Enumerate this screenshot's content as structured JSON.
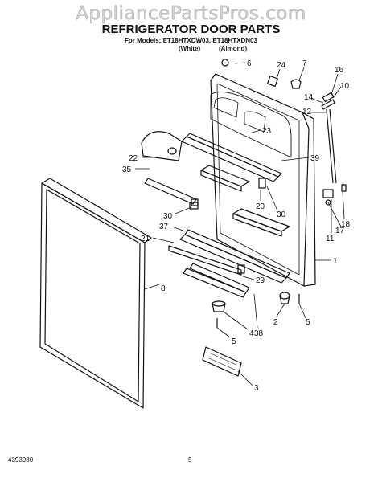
{
  "watermark": "AppliancePartsPros.com",
  "title": "REFRIGERATOR DOOR PARTS",
  "models_line": "For Models: ET18HTXDW03, ET18HTXDN03",
  "color_white": "(White)",
  "color_almond": "(Almond)",
  "footer_left": "4393980",
  "footer_page": "5",
  "callouts": [
    "6",
    "24",
    "7",
    "16",
    "10",
    "14",
    "12",
    "23",
    "22",
    "39",
    "35",
    "20",
    "30",
    "30",
    "18",
    "17",
    "11",
    "37",
    "1",
    "21",
    "29",
    "8",
    "2",
    "38",
    "5",
    "4",
    "5",
    "3"
  ]
}
